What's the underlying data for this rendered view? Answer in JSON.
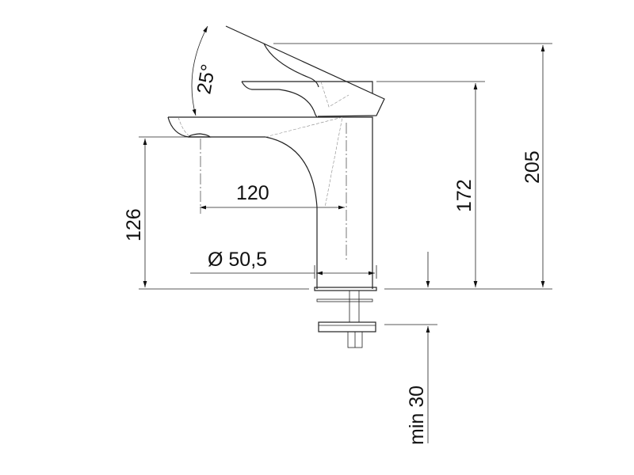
{
  "drawing": {
    "title": "Basin mixer dimension drawing",
    "dimensions": {
      "lever_angle": "25°",
      "spout_reach": "120",
      "body_diameter": "Ø 50,5",
      "spout_height": "126",
      "lever_height": "172",
      "total_height": "205",
      "min_clearance": "min 30"
    },
    "line_color": "#222222"
  }
}
